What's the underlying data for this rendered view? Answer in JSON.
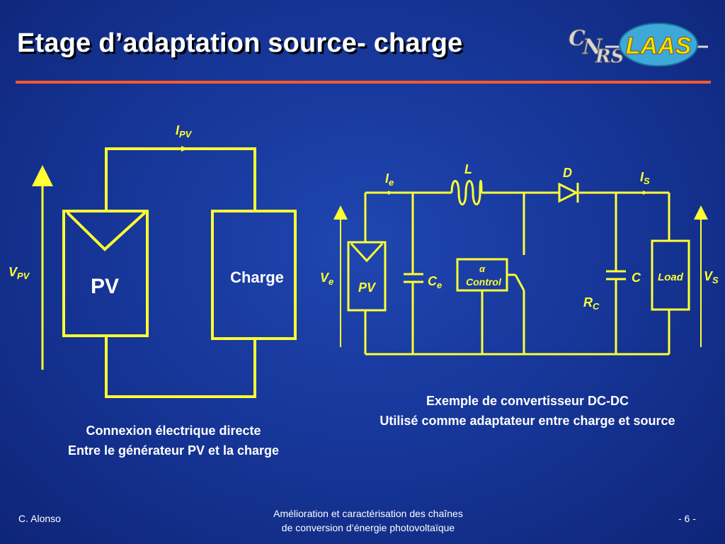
{
  "slide": {
    "title": "Etage d’adaptation source- charge",
    "logo": {
      "cnrs_text": "CNRS",
      "laas_text": "LAAS"
    }
  },
  "left_diagram": {
    "current_label": "I",
    "current_sub": "PV",
    "voltage_label": "V",
    "voltage_sub": "PV",
    "pv_label": "PV",
    "charge_label": "Charge",
    "caption_line1": "Connexion électrique directe",
    "caption_line2": "Entre le générateur PV et la charge"
  },
  "right_diagram": {
    "ie_label": "I",
    "ie_sub": "e",
    "L_label": "L",
    "D_label": "D",
    "is_label": "I",
    "is_sub": "S",
    "ve_label": "V",
    "ve_sub": "e",
    "pv_label": "PV",
    "ce_label": "C",
    "ce_sub": "e",
    "alpha_label": "α",
    "control_label": "Control",
    "c_label": "C",
    "rc_label": "R",
    "rc_sub": "C",
    "load_label": "Load",
    "vs_label": "V",
    "vs_sub": "S",
    "caption_line1": "Exemple de convertisseur DC-DC",
    "caption_line2": "Utilisé comme adaptateur entre charge et source"
  },
  "footer": {
    "author": "C. Alonso",
    "center_line1": "Amélioration et caractérisation des chaînes",
    "center_line2": "de conversion d’énergie photovoltaïque",
    "page": "- 6 -"
  },
  "colors": {
    "wire": "#ffff33",
    "rule": "#ff5a2a",
    "background": "#17379a"
  }
}
